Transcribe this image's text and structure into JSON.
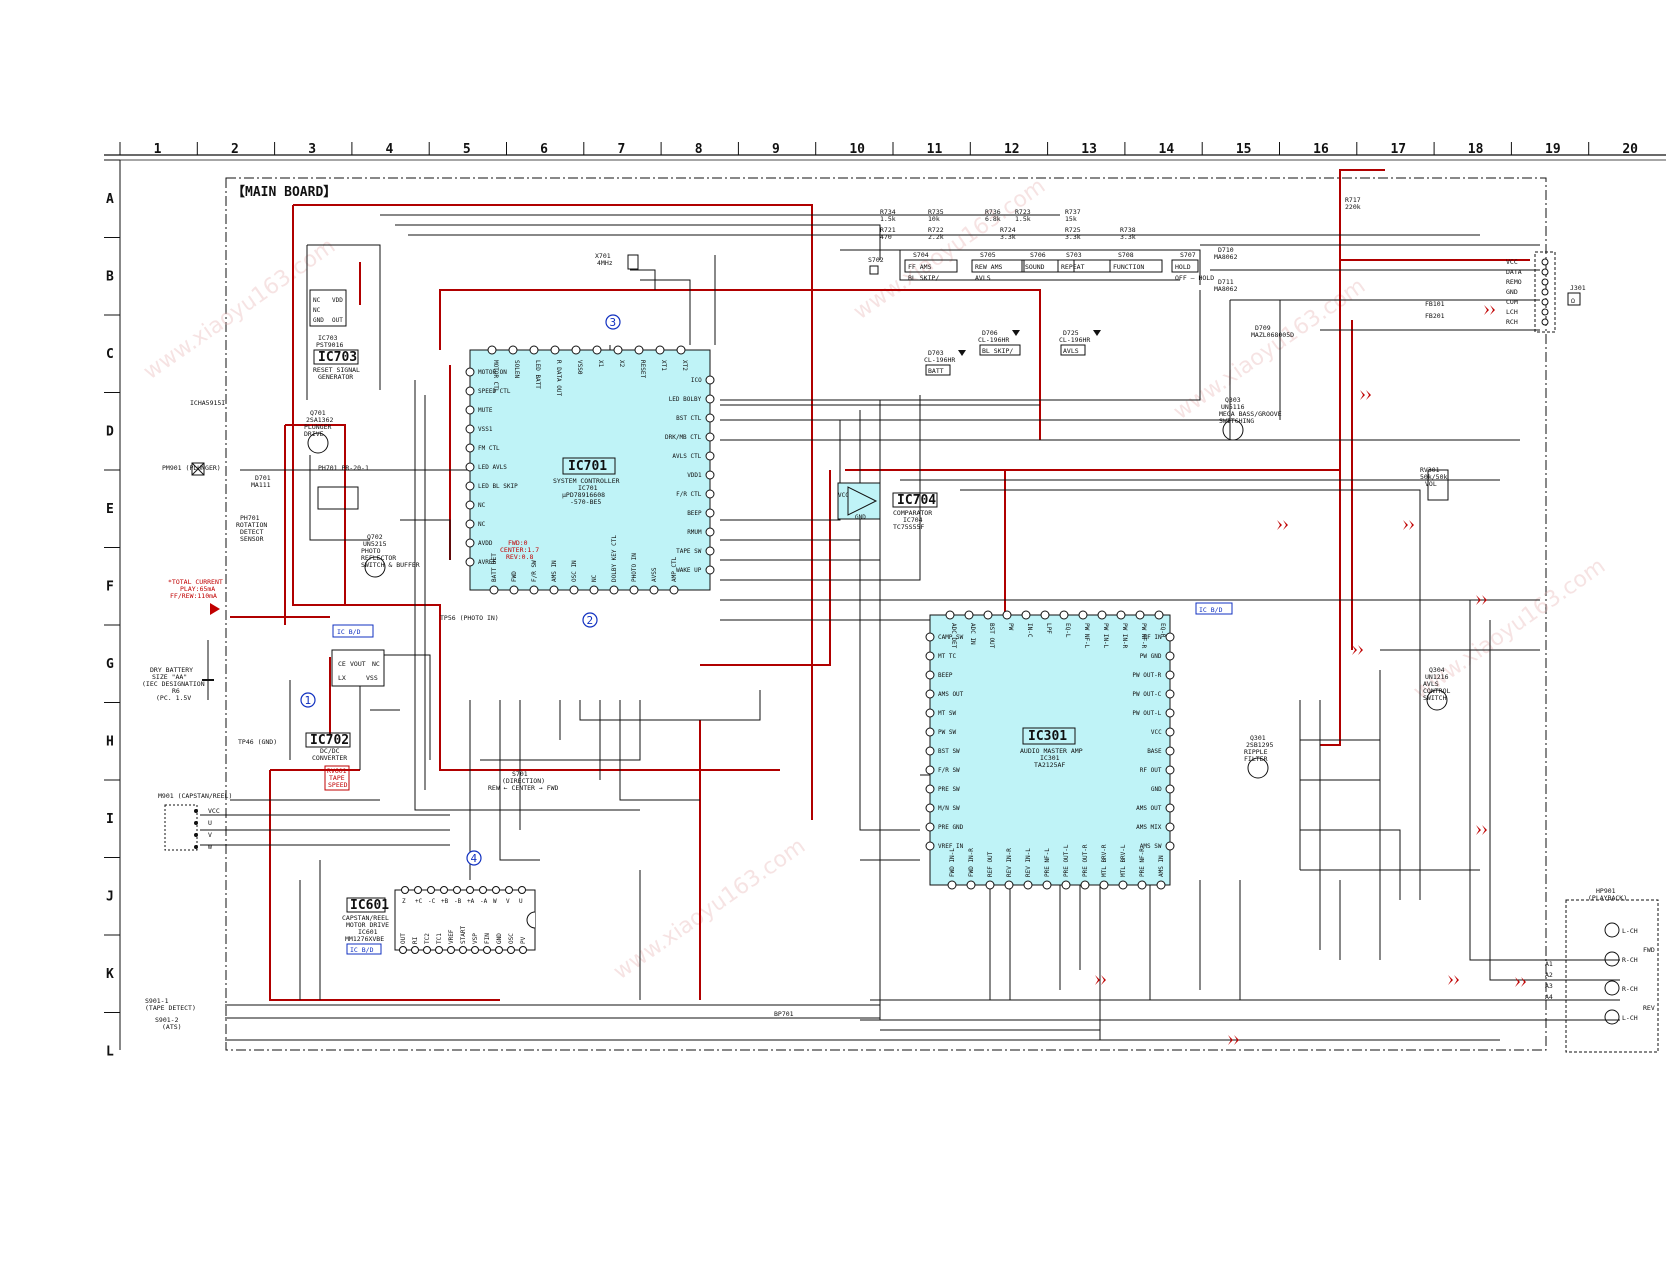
{
  "grid": {
    "columns": [
      "1",
      "2",
      "3",
      "4",
      "5",
      "6",
      "7",
      "8",
      "9",
      "10",
      "11",
      "12",
      "13",
      "14",
      "15",
      "16",
      "17",
      "18",
      "19",
      "20"
    ],
    "rows": [
      "A",
      "B",
      "C",
      "D",
      "E",
      "F",
      "G",
      "H",
      "I",
      "J",
      "K",
      "L"
    ]
  },
  "board_title": "【MAIN BOARD】",
  "colors": {
    "ic_fill": "#bff3f7",
    "red_trace": "#b00000",
    "wire": "#111111",
    "voltage": "#c00000",
    "marker": "#1030c0"
  },
  "ics": {
    "ic701": {
      "name": "IC701",
      "desc": [
        "SYSTEM CONTROLLER",
        "IC701",
        "μPD78916608",
        "-570-BE5"
      ]
    },
    "ic301": {
      "name": "IC301",
      "desc": [
        "AUDIO MASTER AMP",
        "IC301",
        "TA2125AF"
      ]
    },
    "ic601": {
      "name": "IC601",
      "desc": [
        "CAPSTAN/REEL",
        "MOTOR DRIVE",
        "IC601",
        "MM1276XVBE"
      ],
      "tag": "IC B/D"
    },
    "ic702": {
      "name": "IC702",
      "desc": [
        "DC/DC",
        "CONVERTER"
      ],
      "tag": "IC B/D"
    },
    "ic703": {
      "name": "IC703",
      "desc": [
        "RESET SIGNAL",
        "GENERATOR"
      ],
      "part": [
        "IC703",
        "PST9016"
      ]
    },
    "ic704": {
      "name": "IC704",
      "desc": [
        "COMPARATOR",
        "IC704",
        "TC75S55F"
      ]
    }
  },
  "ic701_pins": {
    "top": [
      "MOTOR CTL",
      "SOLEN",
      "LED BATT",
      "R DATA OUT",
      "VSS0",
      "X1",
      "X2",
      "RESET",
      "XT1",
      "XT2"
    ],
    "left": [
      "MOTOR ON",
      "SPEED CTL",
      "MUTE",
      "VSS1",
      "FM CTL",
      "LED AVLS",
      "LED BL SKIP",
      "NC",
      "NC",
      "AVDD",
      "AVREF"
    ],
    "right": [
      "ICO",
      "LED BOLBY",
      "BST CTL",
      "DRK/MB CTL",
      "AVLS CTL",
      "VDD1",
      "F/R CTL",
      "BEEP",
      "RMUM",
      "TAPE SW",
      "WAKE UP"
    ],
    "bottom": [
      "BATT DET",
      "FWD",
      "F/R SW",
      "AMS IN",
      "OSC IN",
      "NC",
      "DOLBY KEY CTL",
      "PHOTO IN",
      "AVSS",
      "AMP CTL"
    ]
  },
  "ic301_pins": {
    "top": [
      "ADC DET",
      "ADC IN",
      "BST OUT",
      "PW",
      "IN-C",
      "LPF",
      "EQ-L",
      "PW NF-L",
      "PW IN-L",
      "PW IN-R",
      "PW NF-R",
      "EQ-R"
    ],
    "left": [
      "CAMP SW",
      "MT TC",
      "BEEP",
      "AMS OUT",
      "MT SW",
      "PW SW",
      "BST SW",
      "F/R SW",
      "PRE SW",
      "M/N SW",
      "PRE GND",
      "VREF IN"
    ],
    "right": [
      "RF IN",
      "PW GND",
      "PW OUT-R",
      "PW OUT-C",
      "PW OUT-L",
      "VCC",
      "BASE",
      "RF OUT",
      "GND",
      "AMS OUT",
      "AMS MIX",
      "AMS SW"
    ],
    "bottom": [
      "FWD IN-L",
      "FWD IN-R",
      "REF OUT",
      "REV IN-R",
      "REV IN-L",
      "PRE NF-L",
      "PRE OUT-L",
      "PRE OUT-R",
      "MTL BRV-R",
      "MTL BRV-L",
      "PRE NF-R",
      "AMS IN"
    ]
  },
  "ic601_pins": {
    "top": [
      "Z",
      "+C",
      "-C",
      "+B",
      "-B",
      "+A",
      "-A",
      "W",
      "V",
      "U"
    ],
    "bottom": [
      "OUT",
      "RI",
      "TC2",
      "TC1",
      "VREF",
      "START",
      "VSP",
      "FIN",
      "GND",
      "OSC",
      "PV"
    ]
  },
  "switches": [
    {
      "ref": "S704",
      "label": "FF AMS",
      "sub": "BL SKIP/"
    },
    {
      "ref": "S705",
      "label": "REW AMS",
      "sub": "AVLS"
    },
    {
      "ref": "S706",
      "label": "SOUND",
      "sub": ""
    },
    {
      "ref": "S703",
      "label": "REPEAT",
      "sub": ""
    },
    {
      "ref": "S708",
      "label": "FUNCTION",
      "sub": ""
    },
    {
      "ref": "S707",
      "label": "HOLD",
      "sub": "OFF — HOLD"
    }
  ],
  "resistors_top": [
    {
      "ref": "R734",
      "val": "1.5k"
    },
    {
      "ref": "R721",
      "val": "470"
    },
    {
      "ref": "R735",
      "val": "10k"
    },
    {
      "ref": "R722",
      "val": "2.2k"
    },
    {
      "ref": "R736",
      "val": "6.8k"
    },
    {
      "ref": "R723",
      "val": "1.5k"
    },
    {
      "ref": "R724",
      "val": "3.3k"
    },
    {
      "ref": "R737",
      "val": "15k"
    },
    {
      "ref": "R725",
      "val": "3.3k"
    },
    {
      "ref": "R738",
      "val": "3.3k"
    },
    {
      "ref": "R717",
      "val": "220k"
    }
  ],
  "jack_j301": {
    "ref": "J301",
    "pins": [
      "VCC",
      "DATA",
      "REMO",
      "GND",
      "COM",
      "LCH",
      "RCH"
    ],
    "fb": [
      "FB101",
      "FB201"
    ]
  },
  "transistors": [
    {
      "ref": "Q701",
      "part": "2SA1362",
      "desc": [
        "PLUNGER",
        "DRIVE"
      ]
    },
    {
      "ref": "Q702",
      "part": "UN5215",
      "desc": [
        "PHOTO",
        "REFLECTOR",
        "SWITCH & BUFFER"
      ]
    },
    {
      "ref": "Q303",
      "part": "UN5116",
      "desc": [
        "MEGA BASS/GROOVE",
        "SWITCHING"
      ]
    },
    {
      "ref": "Q301",
      "part": "2SB1295",
      "desc": [
        "RIPPLE",
        "FILTER"
      ]
    },
    {
      "ref": "Q304",
      "part": "UN1216",
      "desc": [
        "AVLS",
        "CONTROL",
        "SWITCH"
      ]
    }
  ],
  "leds": [
    {
      "ref": "D703",
      "part": "CL-196HR",
      "tag": "BATT"
    },
    {
      "ref": "D706",
      "part": "CL-196HR",
      "tag": "BL SKIP/"
    },
    {
      "ref": "D725",
      "part": "CL-196HR",
      "tag": "AVLS"
    }
  ],
  "diodes": [
    {
      "ref": "D710",
      "part": "MA8062"
    },
    {
      "ref": "D711",
      "part": "MA8062"
    },
    {
      "ref": "D709",
      "part": "MAZL068005D"
    },
    {
      "ref": "D701",
      "part": "MA111"
    }
  ],
  "left_items": {
    "pm901": "PM901 (PLUNGER)",
    "ph701": [
      "PH701",
      "ROTATION",
      "DETECT",
      "SENSOR"
    ],
    "ph701_part": "PH701 PR-20-1",
    "battery": [
      "DRY BATTERY",
      "SIZE \"AA\"",
      "(IEC DESIGNATION",
      "R6",
      "(PC. 1.5V"
    ],
    "total_current": [
      "*TOTAL CURRENT",
      "PLAY:65mA",
      "FF/REW:110mA"
    ],
    "m901": "M901 (CAPSTAN/REEL)",
    "motor_pins": [
      "VCC",
      "U",
      "V",
      "W"
    ],
    "s901_1": [
      "S901-1",
      "(TAPE DETECT)"
    ],
    "s901_2": [
      "S901-2",
      "(ATS)"
    ]
  },
  "misc_labels": {
    "tp46": "TP46 (GND)",
    "tp56": "TP56 (PHOTO IN)",
    "rv601": [
      "RV601",
      "TAPE",
      "SPEED"
    ],
    "s701": [
      "S701",
      "(DIRECTION)",
      "REW ← CENTER → FWD"
    ],
    "fwd_note": [
      "FWD:0",
      "CENTER:1.7",
      "REV:0.8"
    ],
    "bp701": "BP701",
    "ichas": "ICHA5915I",
    "rv301": [
      "RV301",
      "50k/50k",
      "VOL"
    ],
    "hp901": [
      "HP901",
      "(PLAYBACK)"
    ],
    "hp_rows": [
      "L-CH",
      "R-CH",
      "R-CH",
      "L-CH"
    ],
    "hp_side": [
      "FWD",
      "REV"
    ],
    "a_pins": [
      "A1",
      "A2",
      "A3",
      "A4"
    ],
    "x701": [
      "X701",
      "4MHz"
    ],
    "s702": "S702"
  },
  "markers": [
    "1",
    "2",
    "3",
    "4"
  ],
  "ic_bd_tag": "IC B/D",
  "watermark": "www.xiaoyu163.com"
}
